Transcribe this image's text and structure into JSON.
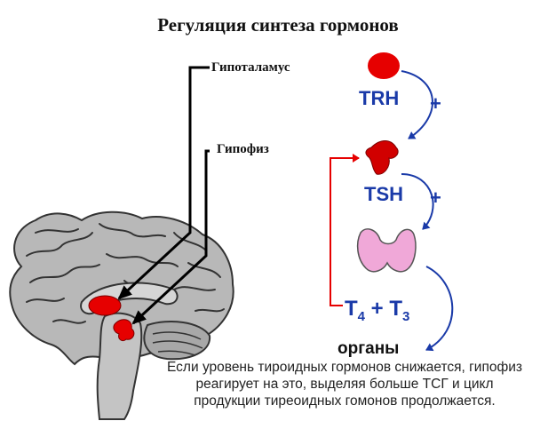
{
  "title": "Регуляция синтеза гормонов",
  "labels": {
    "hypothalamus": "Гипоталамус",
    "pituitary": "Гипофиз"
  },
  "cascade": {
    "trh": "TRH",
    "plus1": "+",
    "tsh": "TSH",
    "plus2": "+",
    "t4": "T",
    "t4_sub": "4",
    "t_plus": " + ",
    "t3": "T",
    "t3_sub": "3",
    "organs": "органы"
  },
  "caption": {
    "line1": "Если уровень тироидных гормонов снижается, гипофиз",
    "line2": "реагирует на это, выделяя больше ТСГ и цикл",
    "line3": "продукции тиреоидных гомонов  продолжается."
  },
  "colors": {
    "red": "#e60000",
    "blue": "#1a3aa8",
    "thyroid": "#f0a8d8",
    "brain": "#b8b8b8"
  }
}
